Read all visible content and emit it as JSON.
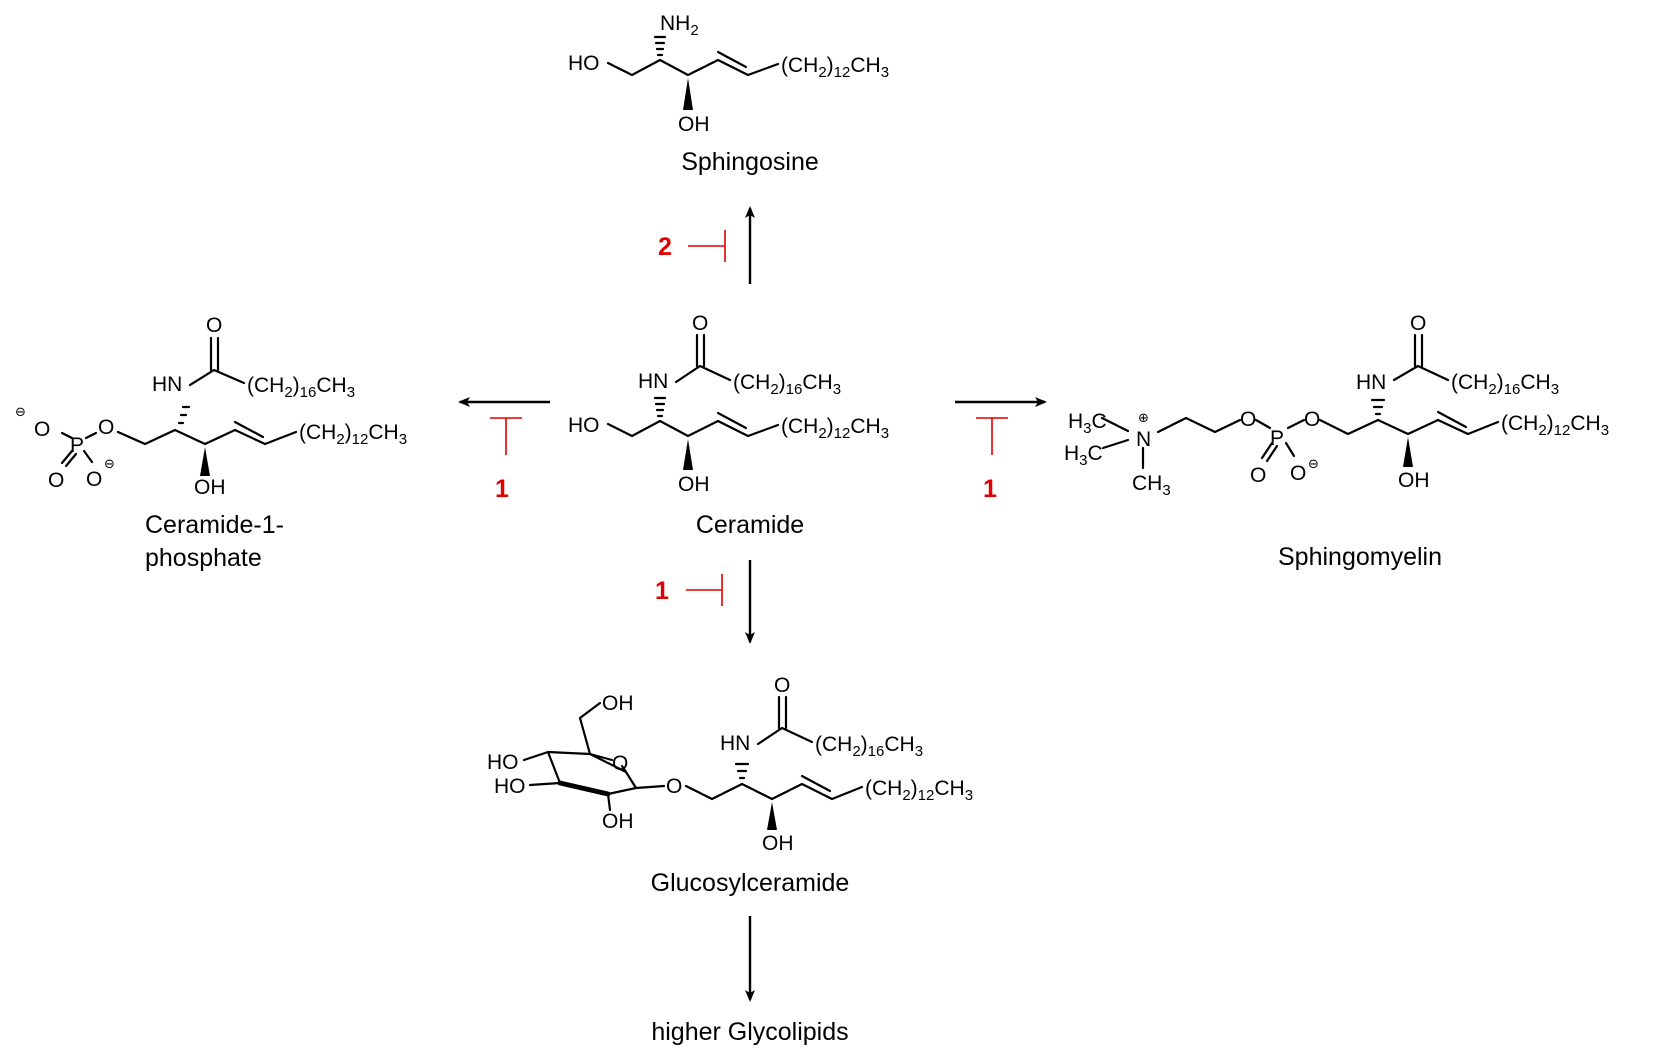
{
  "compounds": {
    "sphingosine": "Sphingosine",
    "ceramide": "Ceramide",
    "c1p_line1": "Ceramide-1-",
    "c1p_line2": "phosphate",
    "sphingomyelin": "Sphingomyelin",
    "glucosylceramide": "Glucosylceramide",
    "higher_glycolipids": "higher Glycolipids"
  },
  "inhibitors": {
    "to_sphingosine": "2",
    "to_c1p": "1",
    "to_sphingomyelin": "1",
    "to_glucosylceramide": "1"
  },
  "atoms": {
    "nh2": "NH",
    "hn": "HN",
    "ho": "HO",
    "oh": "OH",
    "o": "O",
    "p": "P",
    "n": "N",
    "h3c": "H",
    "ch3": "CH",
    "ch2_open": "(CH",
    "ch2_close": ")",
    "ch3_tail": "CH",
    "sub_2": "2",
    "sub_3": "3",
    "sub_12": "12",
    "sub_16": "16",
    "minus": "⊖",
    "plus": "⊕"
  },
  "colors": {
    "inhibitor": "#e00000",
    "structure": "#000000"
  }
}
